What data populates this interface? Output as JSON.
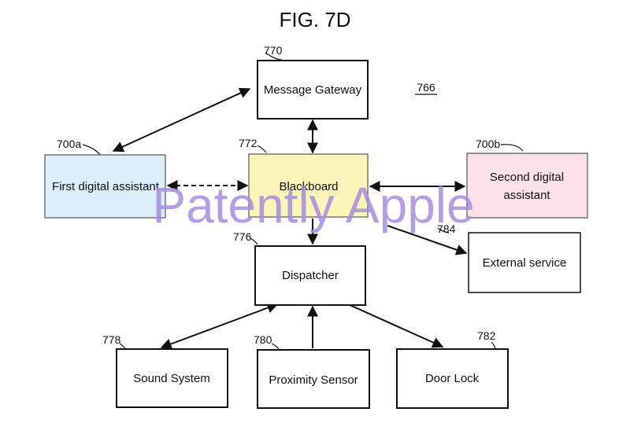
{
  "figure": {
    "title": "FIG. 7D",
    "system_ref": "766"
  },
  "boxes": {
    "message_gateway": {
      "label": "Message Gateway",
      "ref": "770",
      "fill": "#ffffff"
    },
    "first_assistant": {
      "label": "First digital assistant",
      "ref": "700a",
      "fill": "#dcedfb"
    },
    "blackboard": {
      "label": "Blackboard",
      "ref": "772",
      "fill": "#fbf5b8"
    },
    "second_assistant": {
      "line1": "Second digital",
      "line2": "assistant",
      "ref": "700b",
      "fill": "#fbe1ea"
    },
    "external_service": {
      "label": "External service",
      "ref": "784",
      "fill": "#ffffff"
    },
    "dispatcher": {
      "label": "Dispatcher",
      "ref": "776",
      "fill": "#ffffff"
    },
    "sound_system": {
      "label": "Sound System",
      "ref": "778",
      "fill": "#ffffff"
    },
    "proximity_sensor": {
      "label": "Proximity Sensor",
      "ref": "780",
      "fill": "#ffffff"
    },
    "door_lock": {
      "label": "Door Lock",
      "ref": "782",
      "fill": "#ffffff"
    }
  },
  "watermark": {
    "text": "Patently Apple",
    "color": "#a58ee0"
  }
}
